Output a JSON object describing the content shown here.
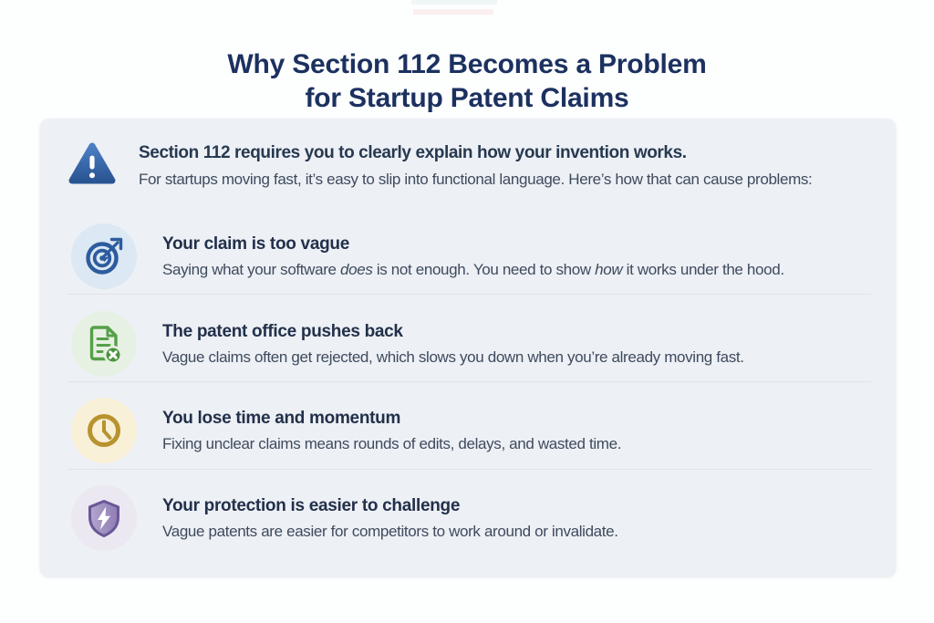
{
  "title": {
    "line1": "Why Section 112 Becomes a Problem",
    "line2": "for Startup Patent Claims"
  },
  "panel": {
    "header": {
      "icon": "warning-triangle",
      "heading": "Section 112 requires you to clearly explain how your invention works.",
      "subheading": "For startups moving fast, it’s easy to slip into functional language. Here’s how that can cause problems:"
    },
    "rows": [
      {
        "icon": "target-arrow",
        "accent_color": "#2d5c9e",
        "icon_bg_color": "#dce8f4",
        "title": "Your claim is too vague",
        "description_parts": [
          {
            "text": "Saying what your software "
          },
          {
            "text": "does",
            "italic": true
          },
          {
            "text": " is not enough. You need to show "
          },
          {
            "text": "how",
            "italic": true
          },
          {
            "text": " it works under the hood."
          }
        ]
      },
      {
        "icon": "document-rejected",
        "accent_color": "#55a049",
        "icon_bg_color": "#e7f1e3",
        "title": "The patent office pushes back",
        "description_parts": [
          {
            "text": "Vague claims often get rejected, which slows you down when you’re already moving fast."
          }
        ]
      },
      {
        "icon": "clock",
        "accent_color": "#b8932e",
        "icon_bg_color": "#f9f0d8",
        "title": "You lose time and momentum",
        "description_parts": [
          {
            "text": "Fixing unclear claims means rounds of edits, delays, and wasted time."
          }
        ]
      },
      {
        "icon": "shield-lightning",
        "accent_color": "#6a5797",
        "icon_bg_color": "#ebe8f2",
        "title": "Your protection is easier to challenge",
        "description_parts": [
          {
            "text": "Vague patents are easier for competitors to work around or invalidate."
          }
        ]
      }
    ]
  },
  "colors": {
    "title_text": "#1c3160",
    "panel_background": "#edf0f5",
    "heading_text": "#273950",
    "body_text": "#3e4b5d",
    "warning_blue_top": "#4b7ec2",
    "warning_blue_bottom": "#2a5593",
    "divider": "#dfe3ea",
    "page_background": "#fdfefe"
  }
}
